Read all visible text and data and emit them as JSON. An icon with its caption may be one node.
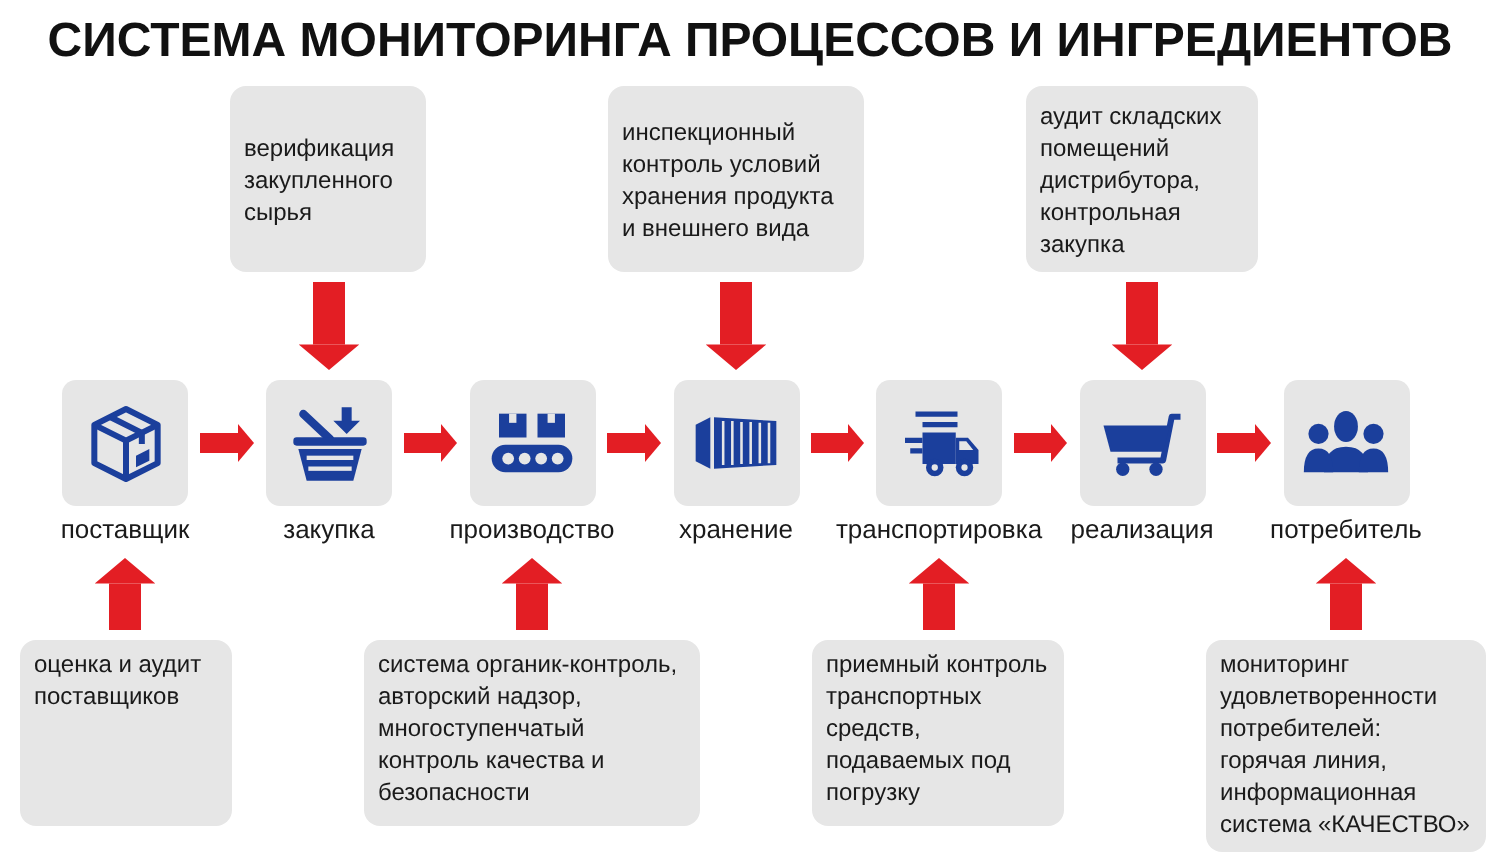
{
  "diagram": {
    "title": "СИСТЕМА МОНИТОРИНГА ПРОЦЕССОВ И ИНГРЕДИЕНТОВ",
    "nodes": [
      {
        "text": [
          "верификация закупленного сырья"
        ]
      },
      {
        "text": [
          "инспекционный контроль условий хранения продукта и внешнего вида"
        ]
      },
      {
        "text": [
          "аудит складских помещений дистрибутора, контрольная закупка"
        ]
      },
      {
        "text": [
          "поставщик"
        ]
      },
      {
        "text": [
          "закупка"
        ]
      },
      {
        "text": [
          "производство"
        ]
      },
      {
        "text": [
          "хранение"
        ]
      },
      {
        "text": [
          "транспортировка"
        ]
      },
      {
        "text": [
          "реализация"
        ]
      },
      {
        "text": [
          "потребитель"
        ]
      },
      {
        "text": [
          "оценка и аудит поставщиков"
        ]
      },
      {
        "text": [
          "система органик-контроль, авторский надзор, многоступенчатый контроль качества и безопасности"
        ]
      },
      {
        "text": [
          "приемный контроль транспортных средств, подаваемых под погрузку"
        ]
      },
      {
        "text": [
          "мониторинг удовлетворенности потребителей: горячая линия, информационная система «КАЧЕСТВО»"
        ]
      }
    ],
    "edges": [
      {
        "from": 3,
        "to": 4,
        "arrow": "to"
      },
      {
        "from": 4,
        "to": 5,
        "arrow": "to"
      },
      {
        "from": 5,
        "to": 6,
        "arrow": "to"
      },
      {
        "from": 6,
        "to": 7,
        "arrow": "to"
      },
      {
        "from": 7,
        "to": 8,
        "arrow": "to"
      },
      {
        "from": 8,
        "to": 9,
        "arrow": "to"
      },
      {
        "from": 0,
        "to": 4,
        "arrow": "to"
      },
      {
        "from": 1,
        "to": 6,
        "arrow": "to"
      },
      {
        "from": 2,
        "to": 8,
        "arrow": "to"
      },
      {
        "from": 10,
        "to": 3,
        "arrow": "to"
      },
      {
        "from": 11,
        "to": 5,
        "arrow": "to"
      },
      {
        "from": 12,
        "to": 7,
        "arrow": "to"
      },
      {
        "from": 13,
        "to": 9,
        "arrow": "to"
      }
    ]
  }
}
